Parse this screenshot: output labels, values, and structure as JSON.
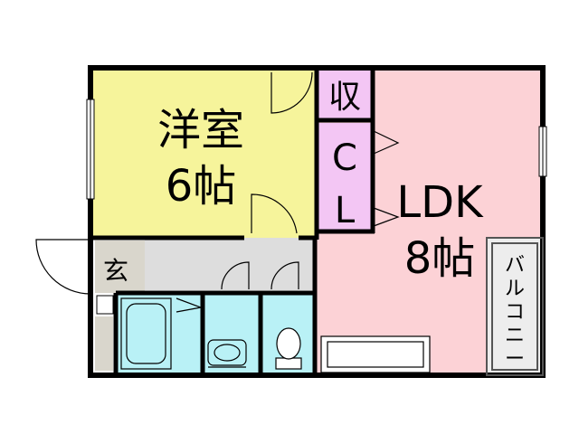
{
  "rooms": {
    "western": {
      "name": "洋室",
      "size": "6帖"
    },
    "ldk": {
      "name": "LDK",
      "size": "8帖"
    },
    "storage": {
      "label": "収"
    },
    "closet": {
      "label_top": "C",
      "label_bottom": "L"
    },
    "entrance": {
      "label": "玄"
    },
    "balcony": {
      "chars": [
        "バ",
        "ル",
        "コ",
        "ニ",
        "ー"
      ]
    }
  },
  "colors": {
    "western": "#f6f49b",
    "ldk": "#fcd2d6",
    "closet": "#f3c6f4",
    "hall": "#dddddd",
    "wet": "#b9f1f6",
    "entrance": "#d9d6cc",
    "balcony": "#ededed",
    "wall": "#000000"
  }
}
